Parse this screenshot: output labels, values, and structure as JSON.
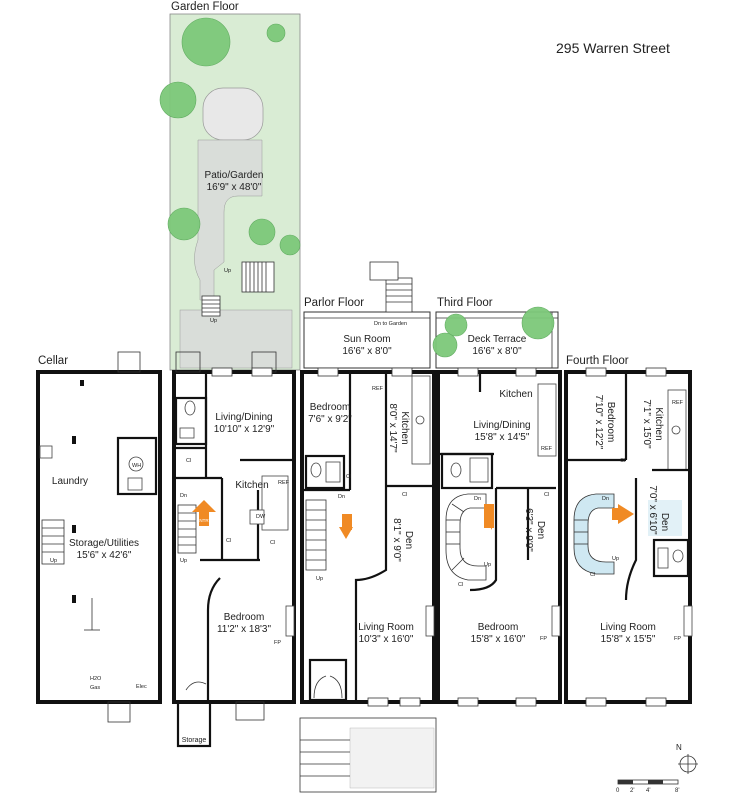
{
  "address": "295 Warren Street",
  "floors": {
    "garden": "Garden Floor",
    "parlor": "Parlor Floor",
    "third": "Third Floor",
    "fourth": "Fourth Floor",
    "cellar": "Cellar"
  },
  "rooms": {
    "patio": {
      "name": "Patio/Garden",
      "dim": "16'9\" x 48'0\""
    },
    "sunroom": {
      "name": "Sun Room",
      "dim": "16'6\" x 8'0\""
    },
    "deck": {
      "name": "Deck Terrace",
      "dim": "16'6\" x 8'0\""
    },
    "laundry": {
      "name": "Laundry"
    },
    "storage_util": {
      "name": "Storage/Utilities",
      "dim": "15'6\" x 42'6\""
    },
    "g_living": {
      "name": "Living/Dining",
      "dim": "10'10\" x 12'9\""
    },
    "g_kitchen": {
      "name": "Kitchen"
    },
    "g_bedroom": {
      "name": "Bedroom",
      "dim": "11'2\" x 18'3\""
    },
    "g_storage": {
      "name": "Storage"
    },
    "p_bedroom": {
      "name": "Bedroom",
      "dim": "7'6\" x 9'2\""
    },
    "p_kitchen": {
      "name": "Kitchen",
      "dim": "8'0\" x 14'7\""
    },
    "p_den": {
      "name": "Den",
      "dim": "8'1\" x 9'0\""
    },
    "p_living": {
      "name": "Living Room",
      "dim": "10'3\" x 16'0\""
    },
    "t_kitchen": {
      "name": "Kitchen"
    },
    "t_living": {
      "name": "Living/Dining",
      "dim": "15'8\" x 14'5\""
    },
    "t_den": {
      "name": "Den",
      "dim": "6'3\" x 9'9\""
    },
    "t_bedroom": {
      "name": "Bedroom",
      "dim": "15'8\" x 16'0\""
    },
    "f_bedroom": {
      "name": "Bedroom",
      "dim": "7'10\" x 12'2\""
    },
    "f_kitchen": {
      "name": "Kitchen",
      "dim": "7'1\" x 15'0\""
    },
    "f_den": {
      "name": "Den",
      "dim": "7'0\" x 6'10\""
    },
    "f_living": {
      "name": "Living Room",
      "dim": "15'8\" x 15'5\""
    }
  },
  "small_labels": {
    "entry": "ENTRY",
    "up": "Up",
    "dn": "Dn",
    "cl": "Cl",
    "ref": "REF",
    "dw": "DW",
    "fp": "FP",
    "wh": "WH",
    "h2o": "H2O",
    "gas": "Gas",
    "elec": "Elec",
    "dn_to_garden": "Dn to Garden"
  },
  "scale": {
    "ticks": [
      "0",
      "2'",
      "4'",
      "8'"
    ],
    "north": "N"
  }
}
